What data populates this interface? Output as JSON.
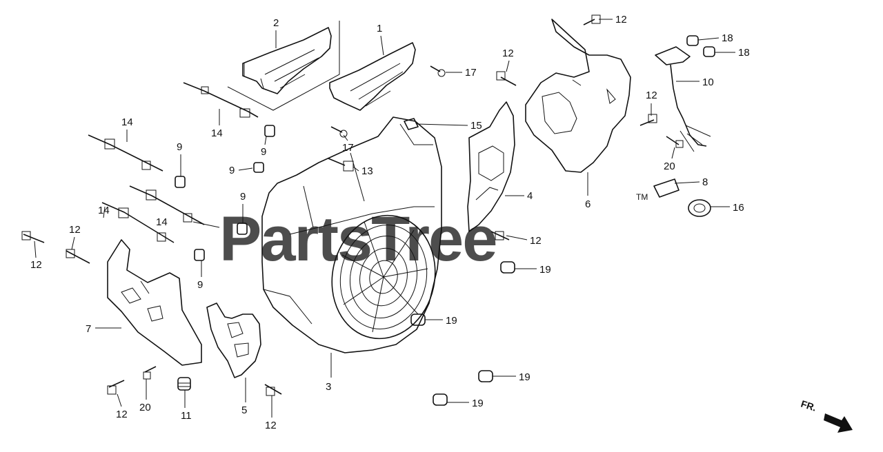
{
  "watermark": {
    "text": "PartsTree",
    "trademark": "TM"
  },
  "direction": {
    "label": "FR."
  },
  "callouts": [
    {
      "id": "c-2-top",
      "text": "2"
    },
    {
      "id": "c-1-top",
      "text": "1"
    },
    {
      "id": "c-12-a",
      "text": "12"
    },
    {
      "id": "c-18-a",
      "text": "18"
    },
    {
      "id": "c-18-b",
      "text": "18"
    },
    {
      "id": "c-12-b",
      "text": "12"
    },
    {
      "id": "c-17-a",
      "text": "17"
    },
    {
      "id": "c-10",
      "text": "10"
    },
    {
      "id": "c-14-a",
      "text": "14"
    },
    {
      "id": "c-14-b",
      "text": "14"
    },
    {
      "id": "c-9-a",
      "text": "9"
    },
    {
      "id": "c-15",
      "text": "15"
    },
    {
      "id": "c-12-c",
      "text": "12"
    },
    {
      "id": "c-17-b",
      "text": "17"
    },
    {
      "id": "c-9-b",
      "text": "9"
    },
    {
      "id": "c-9-c",
      "text": "9"
    },
    {
      "id": "c-13",
      "text": "13"
    },
    {
      "id": "c-20-a",
      "text": "20"
    },
    {
      "id": "c-8",
      "text": "8"
    },
    {
      "id": "c-4",
      "text": "4"
    },
    {
      "id": "c-9-d",
      "text": "9"
    },
    {
      "id": "c-6",
      "text": "6"
    },
    {
      "id": "c-16",
      "text": "16"
    },
    {
      "id": "c-14-c",
      "text": "14"
    },
    {
      "id": "c-14-d",
      "text": "14"
    },
    {
      "id": "c-12-d",
      "text": "12"
    },
    {
      "id": "c-12-e",
      "text": "12"
    },
    {
      "id": "c-12-f",
      "text": "12"
    },
    {
      "id": "c-19-a",
      "text": "19"
    },
    {
      "id": "c-9-e",
      "text": "9"
    },
    {
      "id": "c-19-b",
      "text": "19"
    },
    {
      "id": "c-7",
      "text": "7"
    },
    {
      "id": "c-3",
      "text": "3"
    },
    {
      "id": "c-19-c",
      "text": "19"
    },
    {
      "id": "c-20-b",
      "text": "20"
    },
    {
      "id": "c-12-g",
      "text": "12"
    },
    {
      "id": "c-11",
      "text": "11"
    },
    {
      "id": "c-5",
      "text": "5"
    },
    {
      "id": "c-12-h",
      "text": "12"
    },
    {
      "id": "c-19-d",
      "text": "19"
    }
  ]
}
